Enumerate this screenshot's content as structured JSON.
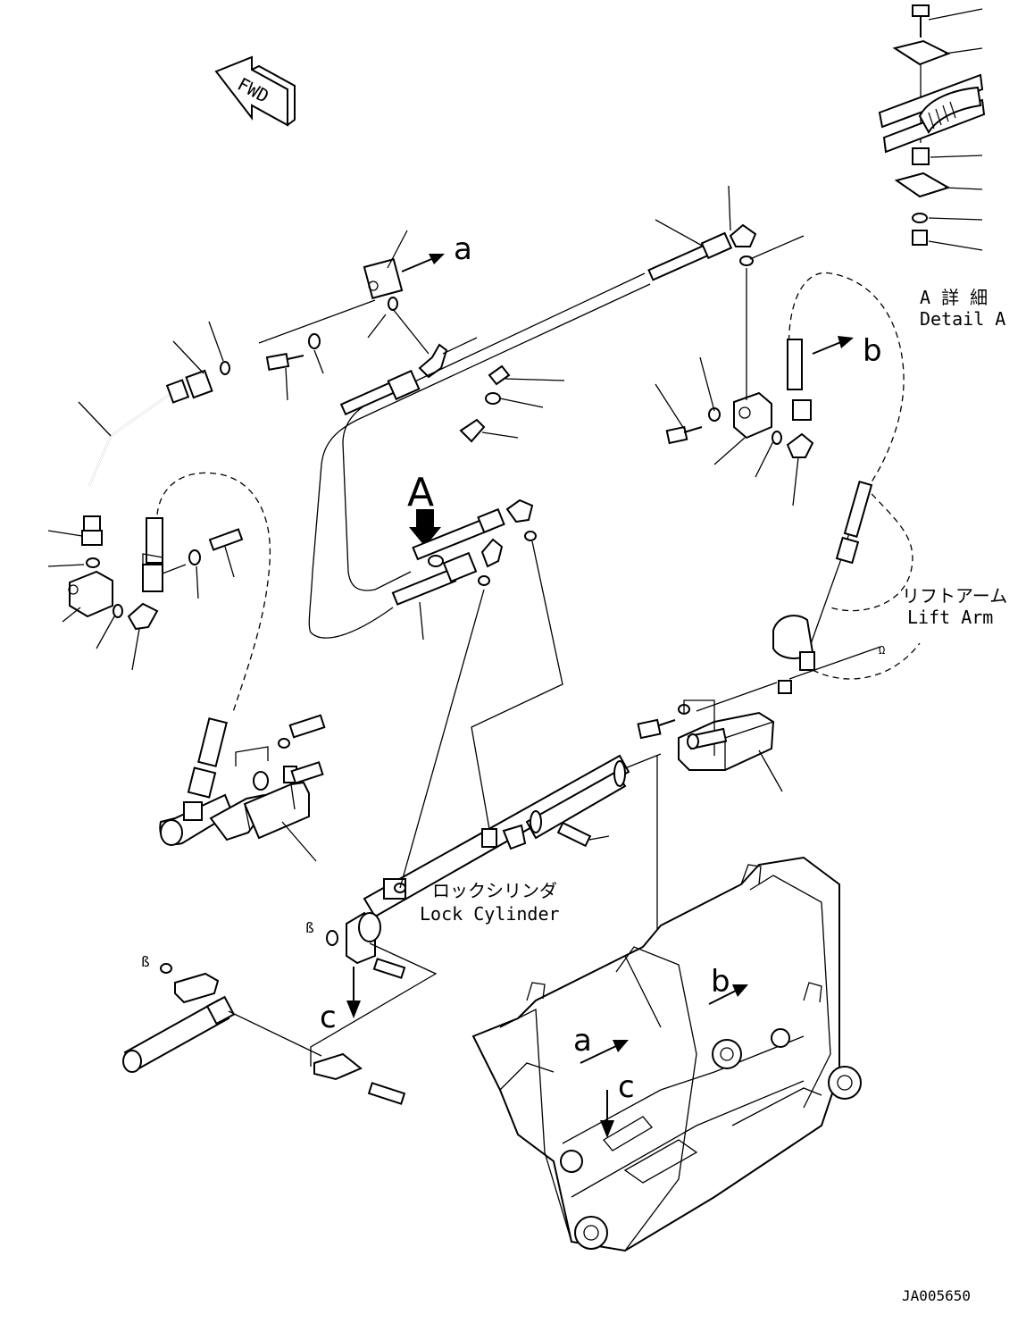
{
  "fwd_label": "FWD",
  "detail_a": {
    "jp": "A 詳 細",
    "en": "Detail A"
  },
  "lift_arm": {
    "jp": "リフトアーム",
    "en": "Lift Arm"
  },
  "lock_cylinder": {
    "jp": "ロックシリンダ",
    "en": "Lock Cylinder"
  },
  "view_marker": "A",
  "arrow_labels": {
    "a": "a",
    "b": "b",
    "c": "c"
  },
  "drawing_number": "JA005650"
}
